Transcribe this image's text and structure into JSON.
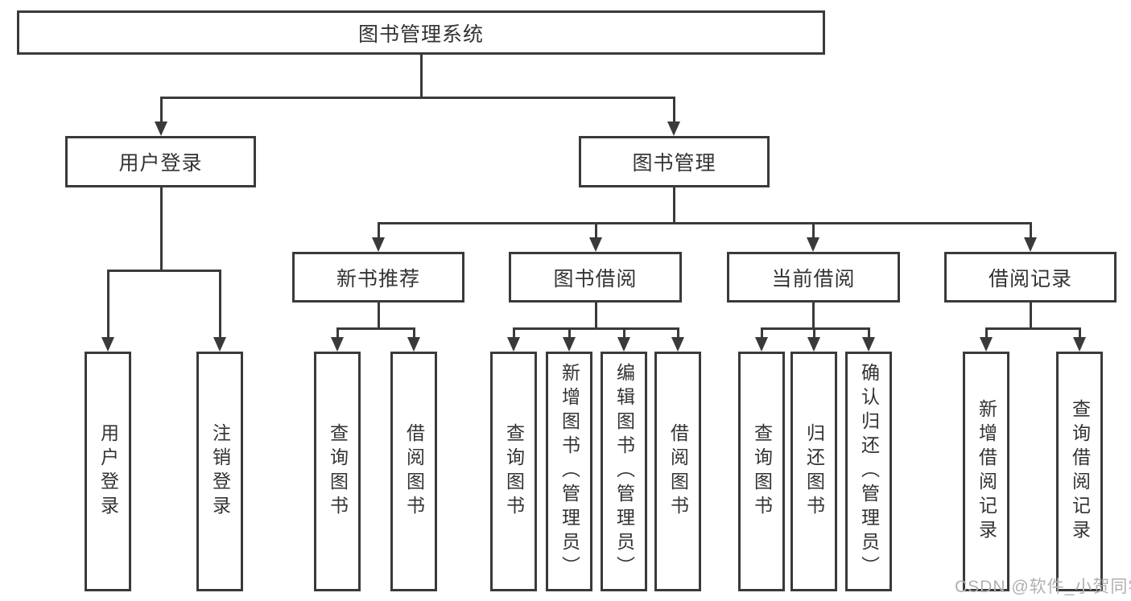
{
  "diagram": {
    "title": "图书管理系统",
    "root": {
      "label": "图书管理系统"
    },
    "branches": [
      {
        "label": "用户登录",
        "children": [
          "用户登录",
          "注销登录"
        ]
      },
      {
        "label": "图书管理",
        "modules": [
          {
            "label": "新书推荐",
            "children": [
              "查询图书",
              "借阅图书"
            ]
          },
          {
            "label": "图书借阅",
            "children": [
              "查询图书",
              "新增图书（管理员）",
              "编辑图书（管理员）",
              "借阅图书"
            ]
          },
          {
            "label": "当前借阅",
            "children": [
              "查询图书",
              "归还图书",
              "确认归还（管理员）"
            ]
          },
          {
            "label": "借阅记录",
            "children": [
              "新增借阅记录",
              "查询借阅记录"
            ]
          }
        ]
      }
    ]
  },
  "watermark": {
    "text": "CSDN @软件_小贺同学"
  },
  "colors": {
    "line": "#3a3a3a",
    "text": "#333333",
    "watermark": "#b0b0b0",
    "background": "#ffffff"
  }
}
